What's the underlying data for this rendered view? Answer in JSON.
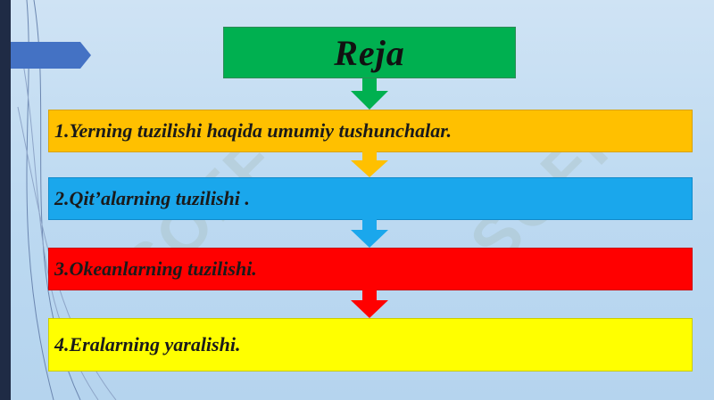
{
  "title": "Reja",
  "items": [
    {
      "text": "1.Yerning tuzilishi haqida umumiy tushunchalar."
    },
    {
      "text": "2.Qit’alarning tuzilishi ."
    },
    {
      "text": "3.Okeanlarning tuzilishi."
    },
    {
      "text": "4.Eralarning yaralishi."
    }
  ],
  "colors": {
    "title_bg": "#00b050",
    "item1": "#ffc000",
    "item2": "#1aa7ec",
    "item3": "#ff0000",
    "item4": "#ffff00",
    "left_bar": "#1f2b45",
    "tab": "#4472c4"
  },
  "watermark": {
    "text": "SOFF"
  }
}
